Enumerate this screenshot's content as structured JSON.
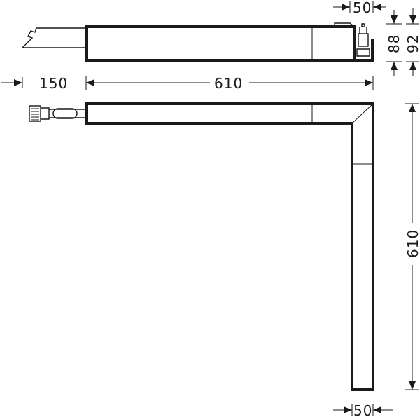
{
  "dimensions": {
    "top_offset": "50",
    "height_inner": "88",
    "height_outer": "92",
    "left_extension": "150",
    "length_horizontal": "610",
    "length_vertical": "610",
    "bottom_width": "50"
  }
}
